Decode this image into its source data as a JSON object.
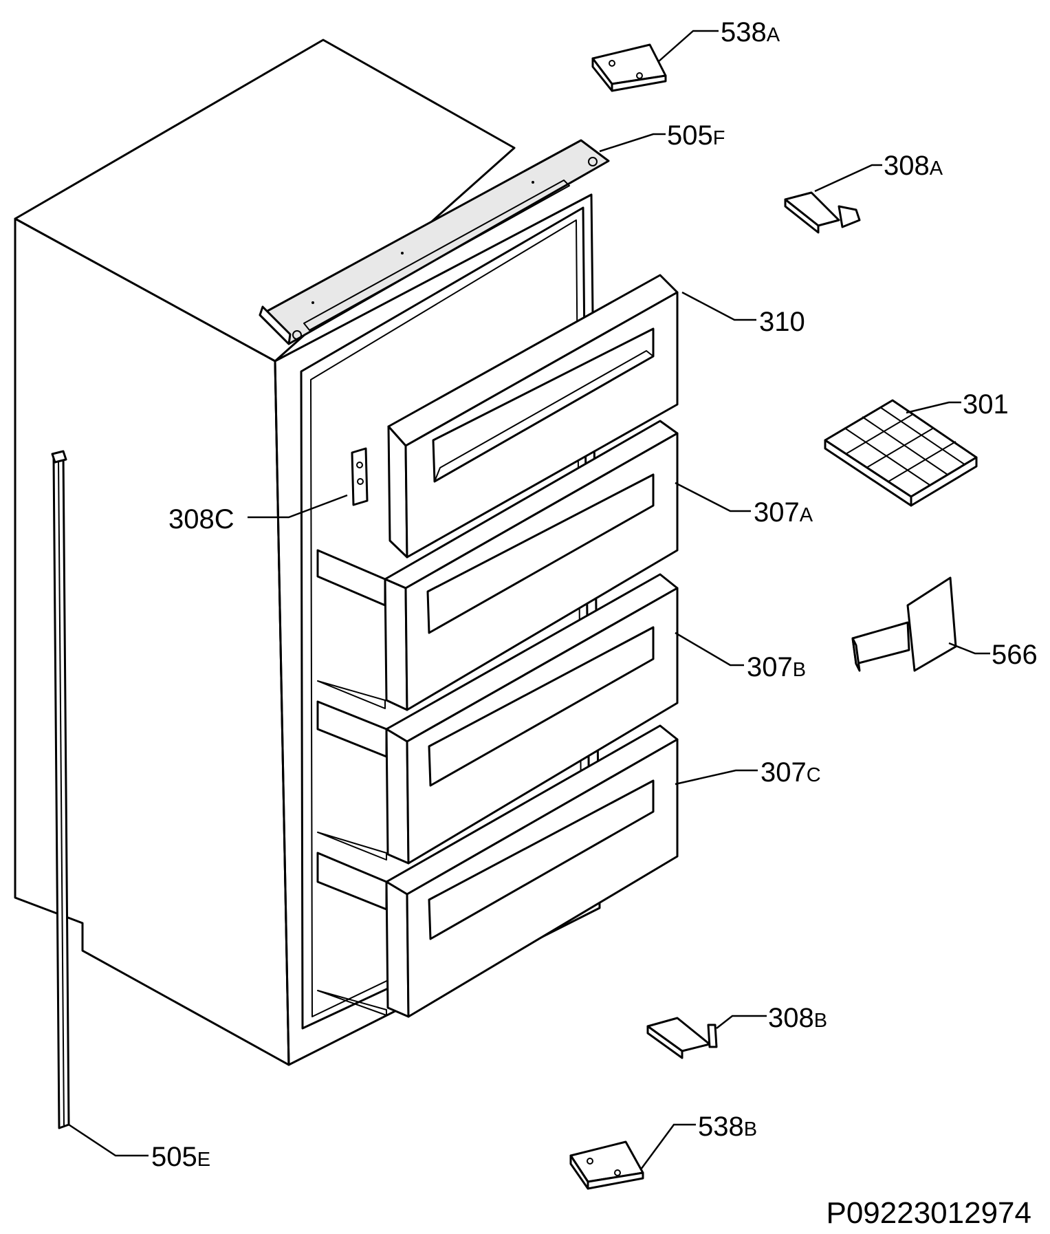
{
  "labels": {
    "l538a": {
      "num": "538",
      "suffix": "A"
    },
    "l505f": {
      "num": "505",
      "suffix": "F"
    },
    "l308a": {
      "num": "308",
      "suffix": "A"
    },
    "l310": {
      "num": "310",
      "suffix": ""
    },
    "l301": {
      "num": "301",
      "suffix": ""
    },
    "l308c": {
      "num": "308C",
      "suffix": ""
    },
    "l307a": {
      "num": "307",
      "suffix": "A"
    },
    "l566": {
      "num": "566",
      "suffix": ""
    },
    "l307b": {
      "num": "307",
      "suffix": "B"
    },
    "l307c": {
      "num": "307",
      "suffix": "C"
    },
    "l308b": {
      "num": "308",
      "suffix": "B"
    },
    "l538b": {
      "num": "538",
      "suffix": "B"
    },
    "l505e": {
      "num": "505",
      "suffix": "E"
    }
  },
  "diagram_code": "P09223012974"
}
